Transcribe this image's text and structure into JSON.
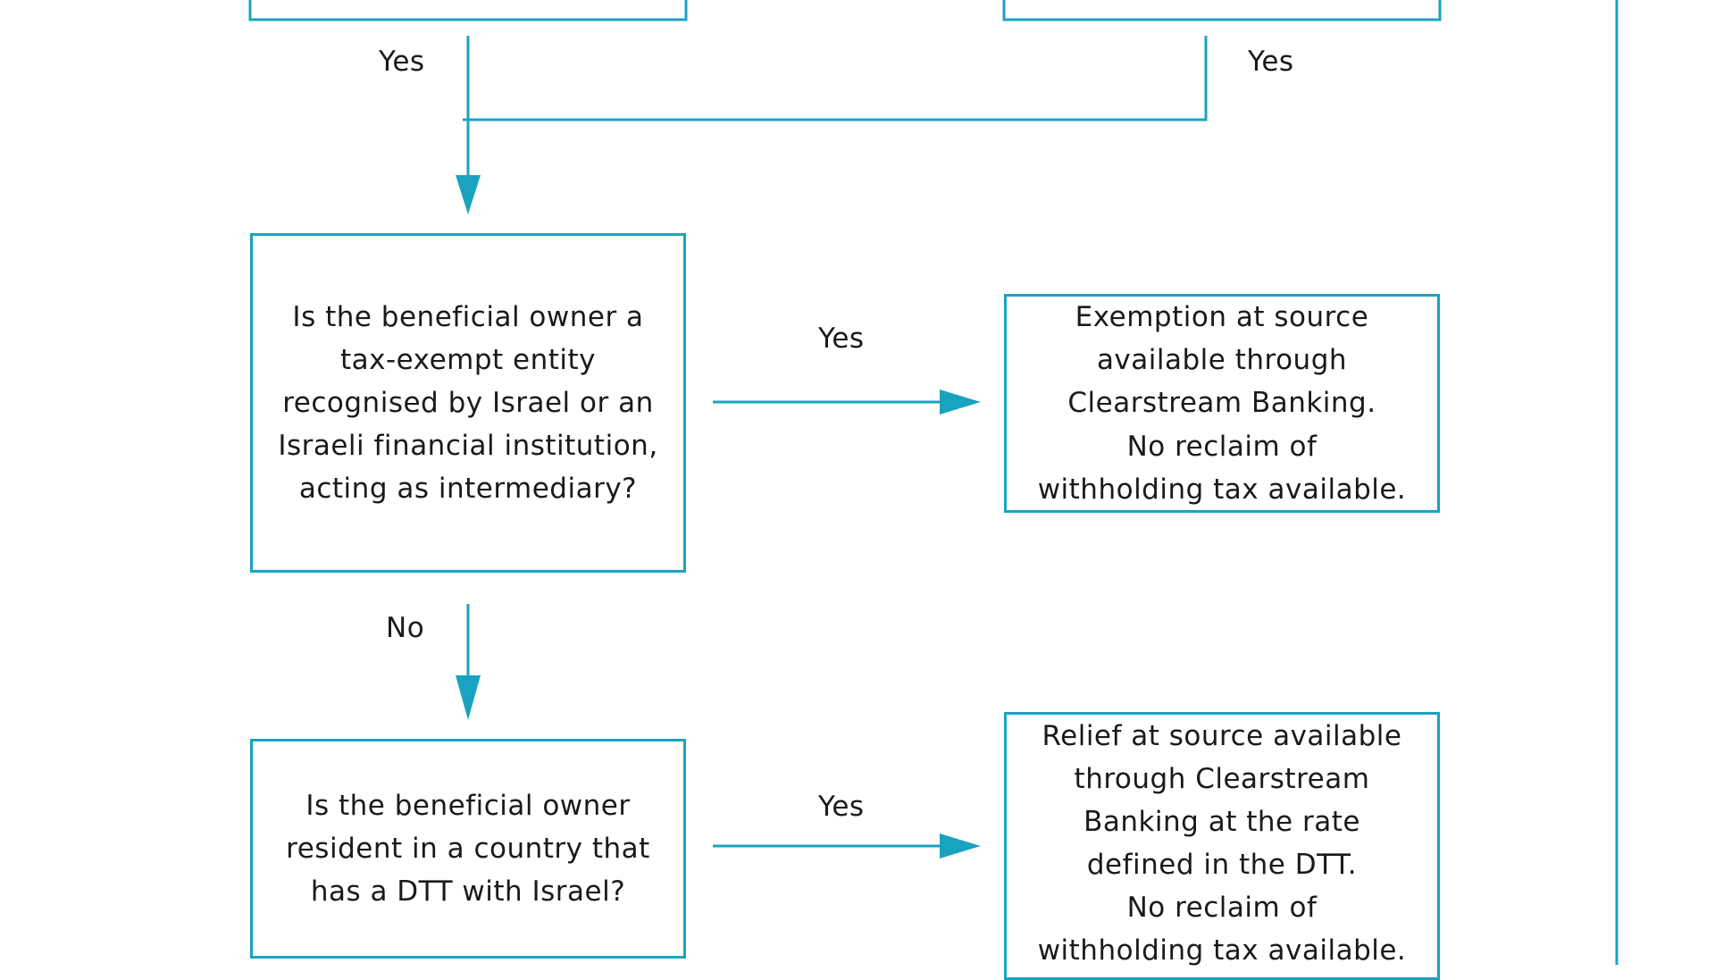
{
  "colors": {
    "accent": "#1aa3c1",
    "text": "#1a1a1a",
    "background": "#ffffff"
  },
  "questions": {
    "tax_exempt": "Is the beneficial owner a\ntax-exempt entity\nrecognised by Israel or an\nIsraeli financial institution,\nacting as intermediary?",
    "dtt_resident": "Is the beneficial owner\nresident in a country that\nhas a DTT with Israel?"
  },
  "outcomes": {
    "exemption": "Exemption at source\navailable through\nClearstream Banking.\nNo reclaim of\nwithholding tax available.",
    "relief": "Relief at source available\nthrough Clearstream\nBanking at the rate\ndefined in the DTT.\nNo reclaim of\nwithholding tax available."
  },
  "labels": {
    "yes_top_left": "Yes",
    "yes_top_right": "Yes",
    "yes_exempt": "Yes",
    "no_exempt": "No",
    "yes_dtt": "Yes"
  }
}
